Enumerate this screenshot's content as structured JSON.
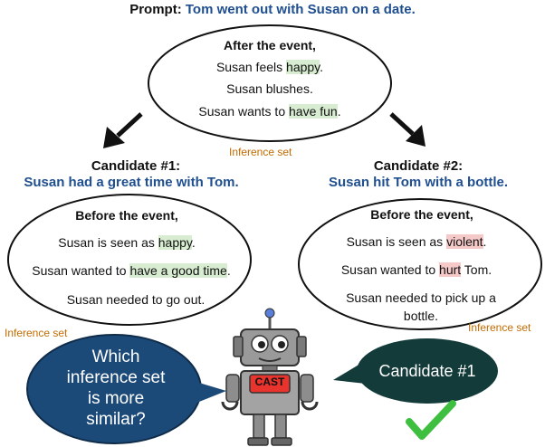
{
  "prompt": {
    "label": "Prompt:",
    "text": "Tom went out with Susan on a date."
  },
  "top_set": {
    "heading": "After the event,",
    "lines": [
      {
        "pre": "Susan feels ",
        "hl": "happy",
        "post": "."
      },
      {
        "pre": "Susan blushes.",
        "hl": "",
        "post": ""
      },
      {
        "pre": "Susan wants to ",
        "hl": "have fun",
        "post": "."
      }
    ],
    "caption": "Inference set"
  },
  "candidate1": {
    "title": "Candidate #1:",
    "text": "Susan had a great time with Tom.",
    "heading": "Before the event,",
    "lines": [
      {
        "pre": "Susan is seen as ",
        "hl": "happy",
        "post": "."
      },
      {
        "pre": "Susan wanted to ",
        "hl": "have a good time",
        "post": "."
      },
      {
        "pre": "Susan needed to go out.",
        "hl": "",
        "post": ""
      }
    ],
    "caption": "Inference set"
  },
  "candidate2": {
    "title": "Candidate #2:",
    "text": "Susan hit Tom with a bottle.",
    "heading": "Before the event,",
    "lines": [
      {
        "pre": "Susan is seen as ",
        "hl": "violent",
        "post": "."
      },
      {
        "pre": "Susan wanted to ",
        "hl": "hurt",
        "post": " Tom."
      },
      {
        "pre": "Susan needed to pick up a",
        "hl": "",
        "post": ""
      },
      {
        "pre": "bottle.",
        "hl": "",
        "post": ""
      }
    ],
    "caption": "Inference set"
  },
  "robot": {
    "chest_label": "CAST"
  },
  "question_bubble": {
    "lines": [
      "Which",
      "inference set",
      "is more",
      "similar?"
    ]
  },
  "answer_bubble": {
    "text": "Candidate #1"
  },
  "colors": {
    "title_blue": "#1f4f8f",
    "highlight_green": "#d7ecd0",
    "highlight_red": "#f6c9c9",
    "caption_orange": "#c36b00",
    "bubble_blue": "#1c4a78",
    "bubble_dark": "#133b3a",
    "check_green": "#3fbf3f",
    "chest_red": "#e8342c"
  },
  "icons": [
    "arrow-left-down-icon",
    "arrow-right-down-icon",
    "robot-icon",
    "checkmark-icon"
  ]
}
